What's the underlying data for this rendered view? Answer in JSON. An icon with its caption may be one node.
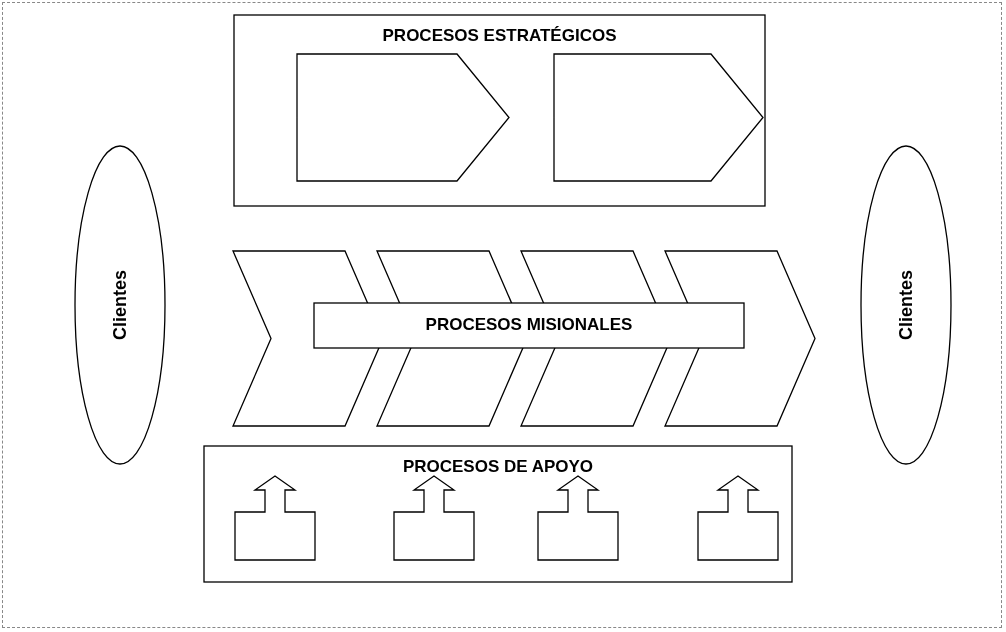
{
  "diagram": {
    "nodes": [
      {
        "text": [
          "Clientes"
        ]
      },
      {
        "text": [
          "PROCESOS ESTRATÉGICOS"
        ]
      },
      {
        "text": [],
        "shape": "pentagon",
        "in": 1
      },
      {
        "text": [],
        "shape": "pentagon",
        "in": 1
      },
      {
        "text": [],
        "shape": "chevron"
      },
      {
        "text": [],
        "shape": "chevron"
      },
      {
        "text": [],
        "shape": "chevron"
      },
      {
        "text": [],
        "shape": "chevron"
      },
      {
        "text": [
          "PROCESOS MISIONALES"
        ]
      },
      {
        "text": [
          "Clientes"
        ]
      },
      {
        "text": [
          "PROCESOS DE APOYO"
        ]
      },
      {
        "text": [],
        "shape": "uparrowbox",
        "in": 10
      },
      {
        "text": [],
        "shape": "uparrowbox",
        "in": 10
      },
      {
        "text": [],
        "shape": "uparrowbox",
        "in": 10
      },
      {
        "text": [],
        "shape": "uparrowbox",
        "in": 10
      }
    ]
  }
}
